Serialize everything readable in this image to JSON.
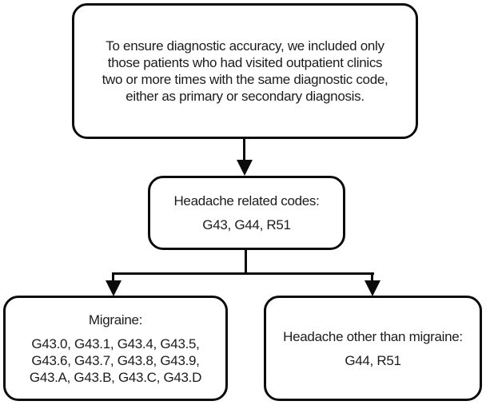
{
  "figure": {
    "background": "#ffffff",
    "border_color": "#0b0b0b",
    "text_color": "#1c1c1c",
    "inclusion_criteria_box": {
      "lines": [
        "To ensure diagnostic accuracy, we included only",
        "those patients who had visited outpatient clinics",
        "two or more times with the same diagnostic code,",
        "either as primary or secondary diagnosis."
      ]
    },
    "headache_codes_box": {
      "title": "Headache related codes:",
      "codes": "G43, G44, R51"
    },
    "migraine_box": {
      "title": "Migraine:",
      "code_lines": [
        "G43.0, G43.1, G43.4, G43.5,",
        "G43.6, G43.7, G43.8, G43.9,",
        "G43.A, G43.B, G43.C, G43.D"
      ]
    },
    "other_headache_box": {
      "title": "Headache other than migraine:",
      "codes": "G44, R51"
    }
  }
}
